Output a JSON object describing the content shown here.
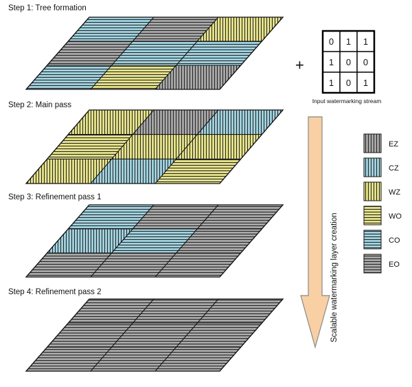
{
  "steps": [
    {
      "label": "Step 1: Tree formation",
      "grid": [
        [
          "CO",
          "EO",
          "WZ"
        ],
        [
          "EO",
          "CO",
          "CO"
        ],
        [
          "CO",
          "WO",
          "EZ"
        ]
      ]
    },
    {
      "label": "Step 2: Main pass",
      "grid": [
        [
          "WZ",
          "EZ",
          "CZ"
        ],
        [
          "WO",
          "WZ",
          "WZ"
        ],
        [
          "WZ",
          "CZ",
          "WO"
        ]
      ]
    },
    {
      "label": "Step 3: Refinement pass 1",
      "grid": [
        [
          "CO",
          "EO",
          "EO"
        ],
        [
          "CZ",
          "CO",
          "EO"
        ],
        [
          "EO",
          "EO",
          "EO"
        ]
      ]
    },
    {
      "label": "Step 4: Refinement pass 2",
      "grid": [
        [
          "EO",
          "EO",
          "EO"
        ],
        [
          "EO",
          "EO",
          "EO"
        ],
        [
          "EO",
          "EO",
          "EO"
        ]
      ]
    }
  ],
  "plus_sign": "+",
  "input_matrix": {
    "rows": [
      [
        "0",
        "1",
        "1"
      ],
      [
        "1",
        "0",
        "0"
      ],
      [
        "1",
        "0",
        "1"
      ]
    ],
    "caption": "Input watermarking stream"
  },
  "arrow_label": "Scalable watermarking layer creation",
  "legend": [
    {
      "code": "EZ",
      "label": "EZ"
    },
    {
      "code": "CZ",
      "label": "CZ"
    },
    {
      "code": "WZ",
      "label": "WZ"
    },
    {
      "code": "WO",
      "label": "WO"
    },
    {
      "code": "CO",
      "label": "CO"
    },
    {
      "code": "EO",
      "label": "EO"
    }
  ],
  "colors": {
    "E": "#a6a6a6",
    "C": "#9fd0dd",
    "W": "#e3e088",
    "stripe": "#222222",
    "arrow_fill": "#f9cfa4",
    "arrow_stroke": "#888888"
  }
}
